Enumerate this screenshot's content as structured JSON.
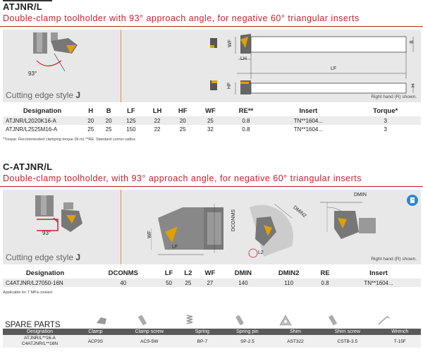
{
  "header_fragment": "ATJNR/L",
  "sec1": {
    "title": "ATJNR/L",
    "subtitle": "Double-clamp toolholder with 93° approach angle, for negative 60° triangular inserts",
    "angle": "93°",
    "cut_label": "Cutting edge style",
    "cut_style": "J",
    "right_hand": "Right hand (R) shown.",
    "dims": {
      "wf": "WF",
      "b": "B",
      "lh": "LH",
      "lf": "LF",
      "hf": "HF",
      "h": "H"
    },
    "headers": [
      "Designation",
      "H",
      "B",
      "LF",
      "LH",
      "HF",
      "WF",
      "RE**",
      "Insert",
      "Torque*"
    ],
    "rows": [
      [
        "ATJNR/L2020K16-A",
        "20",
        "20",
        "125",
        "22",
        "20",
        "25",
        "0.8",
        "TN**1604...",
        "3"
      ],
      [
        "ATJNR/L2525M16-A",
        "25",
        "25",
        "150",
        "22",
        "25",
        "32",
        "0.8",
        "TN**1604...",
        "3"
      ]
    ],
    "note": "*Torque: Recommended clamping torque (N·m)   **RE: Standard corner radius"
  },
  "sec2": {
    "title": "C-ATJNR/L",
    "subtitle": "Double-clamp toolholder, with 93° approach angle, for negative 60° triangular inserts",
    "angle": "93°",
    "cut_label": "Cutting edge style",
    "cut_style": "J",
    "right_hand": "Right hand (R) shown.",
    "dims": {
      "dconms": "DCONMS",
      "wf": "WF",
      "lf": "LF",
      "dmin2": "DMIN2",
      "l2": "L2",
      "dmin": "DMIN"
    },
    "headers": [
      "Designation",
      "DCONMS",
      "LF",
      "L2",
      "WF",
      "DMIN",
      "DMIN2",
      "RE",
      "Insert"
    ],
    "rows": [
      [
        "C4ATJNR/L27050-16N",
        "40",
        "50",
        "25",
        "27",
        "140",
        "110",
        "0.8",
        "TN**1604..."
      ]
    ],
    "note": "Applicable for 7 MPa coolant"
  },
  "spare": {
    "title": "SPARE PARTS",
    "headers": [
      "Designation",
      "Clamp",
      "Clamp screw",
      "Spring",
      "Spring pin",
      "Shim",
      "Shim screw",
      "Wrench"
    ],
    "designation_lines": [
      "ATJNR/L**16-A",
      "C4ATJNR/L**16N"
    ],
    "values": [
      "ACP3S",
      "ACS-5W",
      "BP-7",
      "SP-2.5",
      "AST322",
      "CSTB-3.5",
      "T-15F"
    ]
  },
  "colors": {
    "accent": "#c8202e",
    "table_header": "#5a5a5a",
    "box": "#e8e8e8",
    "insert": "#e0a000"
  }
}
